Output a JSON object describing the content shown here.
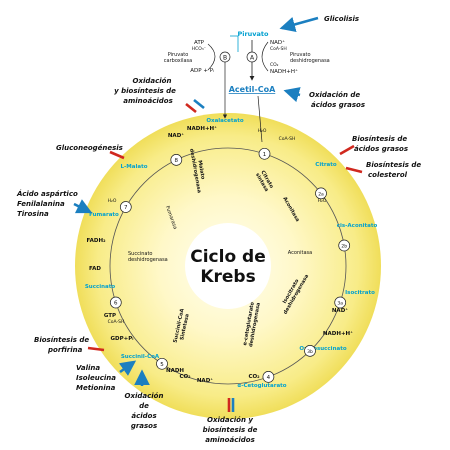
{
  "center": {
    "line1": "Ciclo de",
    "line2": "Krebs"
  },
  "colors": {
    "metabolite": "#00a0d0",
    "pathway_in": "#1b7fc0",
    "pathway_out": "#d0281e",
    "disk_center": "#fffbe0",
    "disk_edge": "#f3e46a",
    "text": "#111111"
  },
  "top": {
    "piruvato": "Piruvato",
    "acetil_coa": "Acetil-CoA",
    "atp": "ATP",
    "hco3": "HCO₃⁻",
    "piruvato_carboxilasa_1": "Piruvato",
    "piruvato_carboxilasa_2": "carboxilasa",
    "adp_pi": "ADP + Pᵢ",
    "nad_plus": "NAD⁺",
    "coash": "CoA-SH",
    "co2": "CO₂",
    "nadh_h": "NADH+H⁺",
    "piruvato_dh_1": "Piruvato",
    "piruvato_dh_2": "deshidrogenasa",
    "step_b": "B",
    "step_a": "A"
  },
  "metabolites": {
    "oxalacetato": "Oxalacetato",
    "citrato": "Citrato",
    "cis_aconitato": "cis-Aconitato",
    "isocitrato": "Isocitrato",
    "oxalosuccinato": "Oxalosuccinato",
    "cetoglutarato": "α-Cetoglutarato",
    "succinil_coa": "Succinil-CoA",
    "succinato": "Succinato",
    "fumarato": "Fumarato",
    "l_malato": "L-Malato"
  },
  "steps": [
    "1",
    "2a",
    "2b",
    "3a",
    "3b",
    "4",
    "5",
    "6",
    "7",
    "8"
  ],
  "cofactors": {
    "nadh_8": "NADH+H⁺",
    "nad_8": "NAD⁺",
    "nad_3a": "NAD⁺",
    "nadh_3a": "NADH+H⁺",
    "co2_3b": "CO₂",
    "nadh_4": "NADH",
    "co2_4": "CO₂",
    "nad_4": "NAD⁺",
    "gtp_5": "GTP",
    "coash_5": "CoA-SH",
    "gdp_5": "GDP+Pᵢ",
    "fadh2_6": "FADH₂",
    "fad_6": "FAD",
    "h2o_7": "H₂O",
    "h2o_1": "H₂O",
    "coash_1": "CoA-SH",
    "h2o_2": "H₂O"
  },
  "enzymes": {
    "citrato_sintasa_1": "Citrato",
    "citrato_sintasa_2": "sintasa",
    "aconitasa_a": "Aconitasa",
    "aconitasa_b": "Aconitasa",
    "isocitrato_dh_1": "Isocitrato",
    "isocitrato_dh_2": "deshidrogenasa",
    "cetoglutarato_dh_1": "α-cetoglutarato",
    "cetoglutarato_dh_2": "deshidrogenasa",
    "succinil_sintetasa_1": "Succinil-CoA",
    "succinil_sintetasa_2": "Sintetasa",
    "succinato_dh_1": "Succinato",
    "succinato_dh_2": "deshidrogenasa",
    "fumarasa": "Fumarasa",
    "malato_dh_1": "Malato",
    "malato_dh_2": "deshidrogenasa"
  },
  "pathways": {
    "glicolisis": "Glicolisis",
    "oxid_aa_top_1": "Oxidación",
    "oxid_aa_top_2": "y biosíntesis de",
    "oxid_aa_top_3": "aminoácidos",
    "oxid_ag_top_1": "Oxidación de",
    "oxid_ag_top_2": "ácidos grasos",
    "gluconeo": "Gluconeogénesis",
    "bios_ag_1": "Biosíntesis de",
    "bios_ag_2": "ácidos grasos",
    "bios_col_1": "Biosíntesis de",
    "bios_col_2": "colesterol",
    "aspartico_1": "Ácido aspártico",
    "aspartico_2": "Fenilalanina",
    "aspartico_3": "Tirosina",
    "porfirina_1": "Biosíntesis de",
    "porfirina_2": "porfirina",
    "valina_1": "Valina",
    "valina_2": "Isoleucina",
    "valina_3": "Metionina",
    "oxid_ag_bot_1": "Oxidación",
    "oxid_ag_bot_2": "de",
    "oxid_ag_bot_3": "ácidos",
    "oxid_ag_bot_4": "grasos",
    "oxid_aa_bot_1": "Oxidación y",
    "oxid_aa_bot_2": "biosíntesis de",
    "oxid_aa_bot_3": "aminoácidos"
  }
}
